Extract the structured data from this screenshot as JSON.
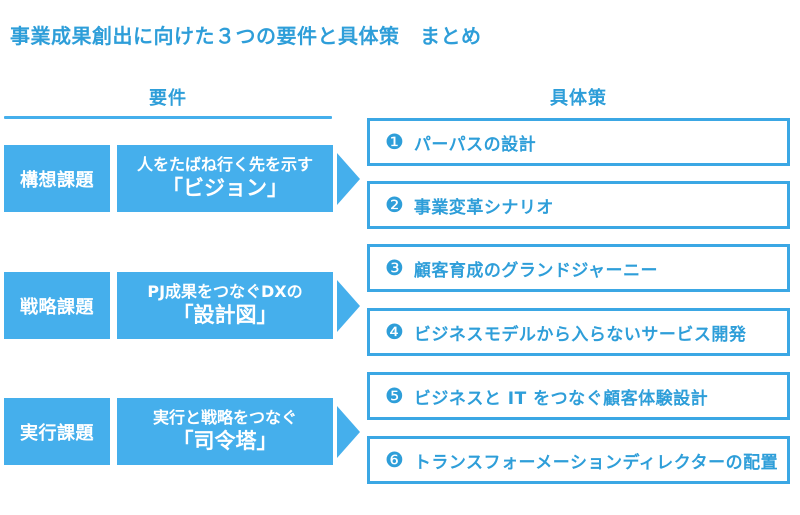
{
  "title": "事業成果創出に向けた３つの要件と具体策　まとめ",
  "headers": {
    "left": "要件",
    "right": "具体策"
  },
  "rows": [
    {
      "label": "構想課題",
      "line1": "人をたばね行く先を示す",
      "line2": "「ビジョン」"
    },
    {
      "label": "戦略課題",
      "line1": "PJ成果をつなぐDXの",
      "line2": "「設計図」"
    },
    {
      "label": "実行課題",
      "line1": "実行と戦略をつなぐ",
      "line2": "「司令塔」"
    }
  ],
  "measures": [
    {
      "num": "❶",
      "text": "パーパスの設計"
    },
    {
      "num": "❷",
      "text": "事業変革シナリオ"
    },
    {
      "num": "❸",
      "text": "顧客育成のグランドジャーニー"
    },
    {
      "num": "❹",
      "text": "ビジネスモデルから入らないサービス開発"
    },
    {
      "num": "❺",
      "text": "ビジネスと IT をつなぐ顧客体験設計"
    },
    {
      "num": "❻",
      "text": "トランスフォーメーションディレクターの配置"
    }
  ],
  "colors": {
    "primary_fill": "#45AFEC",
    "box_border": "#3BA7E4",
    "text_blue": "#2E9ED9",
    "box_text_white": "#FFFFFF",
    "background": "#FFFFFF"
  }
}
